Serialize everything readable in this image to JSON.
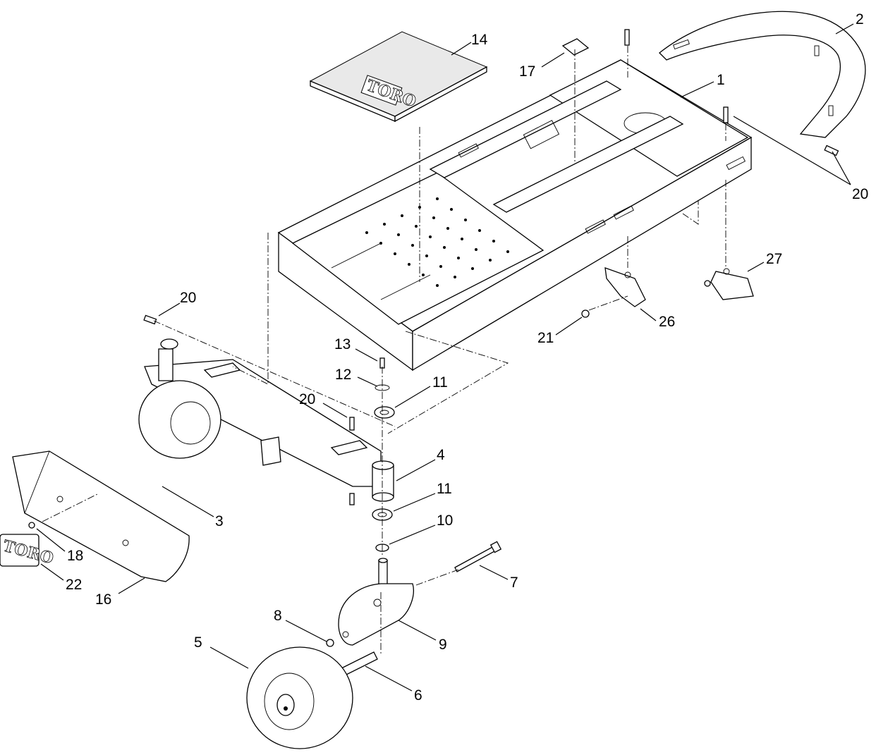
{
  "callouts": {
    "c1": "1",
    "c2": "2",
    "c3": "3",
    "c4": "4",
    "c5": "5",
    "c6": "6",
    "c7": "7",
    "c8": "8",
    "c9": "9",
    "c10": "10",
    "c11a": "11",
    "c11b": "11",
    "c12": "12",
    "c13": "13",
    "c14": "14",
    "c16": "16",
    "c17": "17",
    "c18": "18",
    "c20a": "20",
    "c20b": "20",
    "c20c": "20",
    "c21": "21",
    "c22": "22",
    "c26": "26",
    "c27": "27"
  },
  "logos": {
    "decal_22": "TORO",
    "floor_mat_14": "TORO"
  }
}
